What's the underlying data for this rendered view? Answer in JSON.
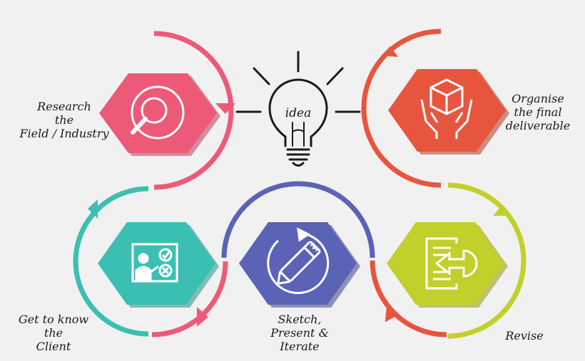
{
  "bulb": {
    "word": "idea"
  },
  "steps": [
    {
      "id": "research",
      "lines": [
        "Research",
        "the",
        "Field / Industry"
      ],
      "icon": "magnifier-icon",
      "color": "#ec5a78"
    },
    {
      "id": "client",
      "lines": [
        "Get to know",
        "the",
        "Client"
      ],
      "icon": "presentation-board-icon",
      "color": "#3cbfb3"
    },
    {
      "id": "sketch",
      "lines": [
        "Sketch,",
        "Present &",
        "Iterate"
      ],
      "icon": "sketch-pencil-cycle-icon",
      "color": "#5b63b7"
    },
    {
      "id": "revise",
      "lines": [
        "Revise"
      ],
      "icon": "document-revise-icon",
      "color": "#c3cf2a"
    },
    {
      "id": "organise",
      "lines": [
        "Organise",
        "the final",
        "deliverable"
      ],
      "icon": "box-hands-icon",
      "color": "#e8553f"
    }
  ],
  "colors": {
    "background": "#f1f1f1",
    "pink": "#ec5a78",
    "teal": "#3cbfb3",
    "blue": "#5b63b7",
    "lime": "#c3cf2a",
    "orange": "#e8553f",
    "ink": "#1a1a1a"
  }
}
